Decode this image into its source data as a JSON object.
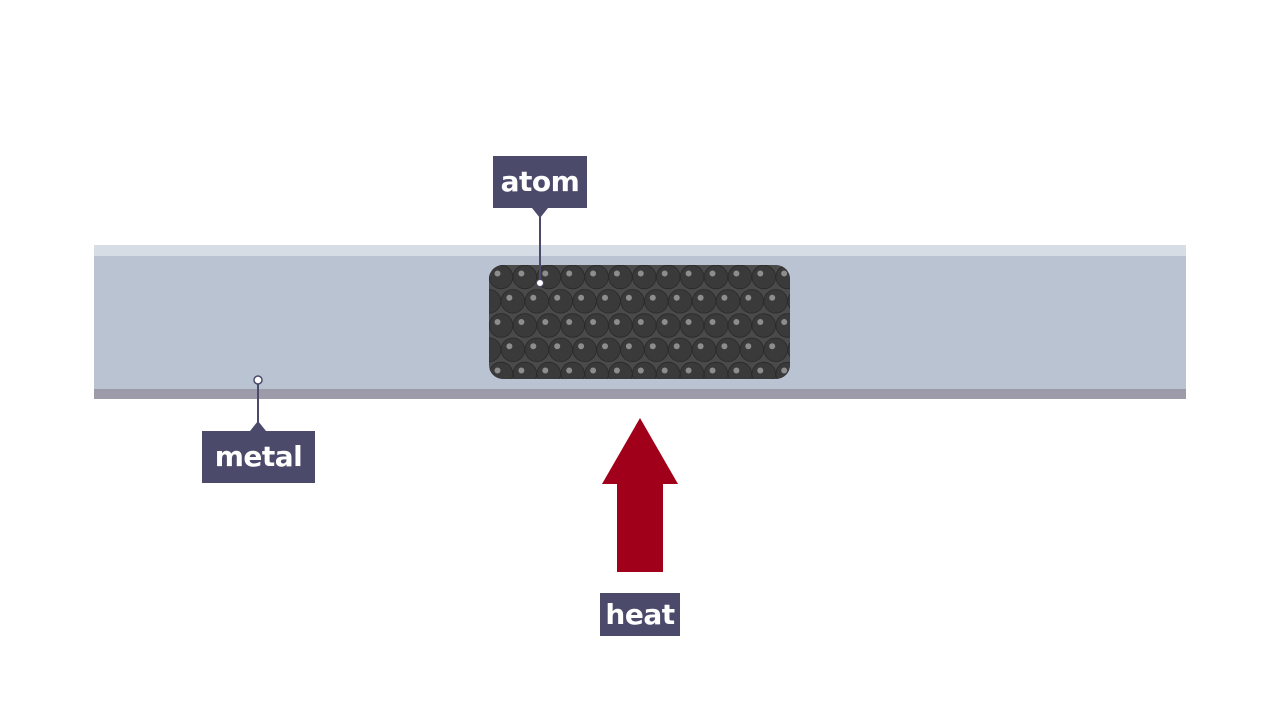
{
  "labels": {
    "atom": "atom",
    "metal": "metal",
    "heat": "heat"
  },
  "colors": {
    "metal_body": "#b9c3d2",
    "metal_top_edge": "#d7dde5",
    "metal_bottom_edge": "#9d9aa9",
    "atom_lattice_bg": "#4a4a4a",
    "atom": "#3a3a3a",
    "label_bg": "#4b4a6a",
    "heat_arrow": "#a1001b"
  },
  "lattice": {
    "rows": 5,
    "columns": 13
  }
}
